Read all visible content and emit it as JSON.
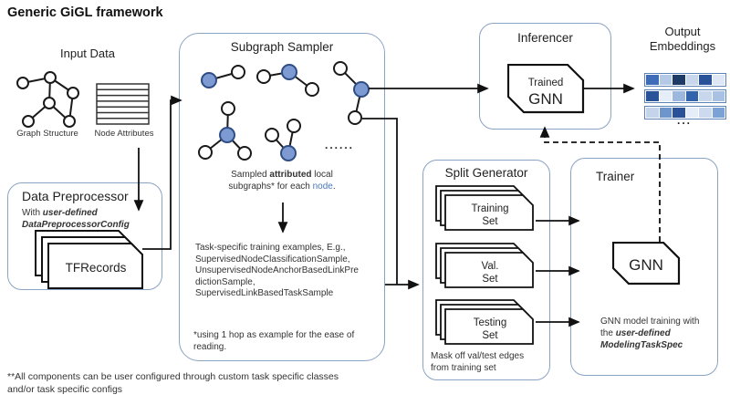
{
  "title": "Generic GiGL framework",
  "input_data": {
    "title": "Input Data",
    "graph_label": "Graph Structure",
    "attributes_label": "Node Attributes"
  },
  "preprocessor": {
    "title": "Data Preprocessor",
    "with_prefix": "With ",
    "user_defined": "user-defined",
    "config_name": "DataPreprocessorConfig",
    "card_label": "TFRecords"
  },
  "sampler": {
    "title": "Subgraph Sampler",
    "ellipsis": "......",
    "caption": {
      "pre": "Sampled ",
      "bold": "attributed",
      "post": " local",
      "line2_pre": "subgraphs* for each ",
      "link": "node",
      "line2_post": "."
    },
    "examples": [
      "Task-specific training examples, E.g.,",
      "SupervisedNodeClassificationSample,",
      "UnsupervisedNodeAnchorBasedLinkPre",
      "dictionSample,",
      "SupervisedLinkBasedTaskSample"
    ],
    "footnote_line1": "*using 1 hop as example for the ease of",
    "footnote_line2": "reading."
  },
  "inferencer": {
    "title": "Inferencer",
    "chip_line1": "Trained",
    "chip_line2": "GNN"
  },
  "output": {
    "title_line1": "Output",
    "title_line2": "Embeddings",
    "ellipsis": "...",
    "rows": [
      [
        "#3e6cb8",
        "#b4c9e6",
        "#1e3a66",
        "#c8d7ec",
        "#2a5298",
        "#dde7f5"
      ],
      [
        "#2a5298",
        "#e4edf8",
        "#9cb8de",
        "#3463ad",
        "#c8d7ec",
        "#a9c2e4"
      ],
      [
        "#c4d4eb",
        "#6f96cc",
        "#2a5298",
        "#e4edf8",
        "#ccd9ee",
        "#7ba2d6"
      ]
    ]
  },
  "split": {
    "title": "Split Generator",
    "cards": [
      {
        "line1": "Training",
        "line2": "Set"
      },
      {
        "line1": "Val.",
        "line2": "Set"
      },
      {
        "line1": "Testing",
        "line2": "Set"
      }
    ],
    "caption_line1": "Mask off val/test edges",
    "caption_line2": "from training set"
  },
  "trainer": {
    "title": "Trainer",
    "chip_label": "GNN",
    "desc_line1": "GNN model training with",
    "desc_line2_pre": "the ",
    "desc_line2_bold": "user-defined",
    "desc_line3_bold": "ModelingTaskSpec"
  },
  "footnote_line1": "**All components can be user configured through custom task specific classes",
  "footnote_line2": "and/or task specific configs",
  "colors": {
    "box_border": "#8ba3c3",
    "node_fill": "#7d9ad3",
    "node_stroke": "#2f4d85",
    "link_text": "#4878b8",
    "embed_border": "#5b83b8"
  }
}
